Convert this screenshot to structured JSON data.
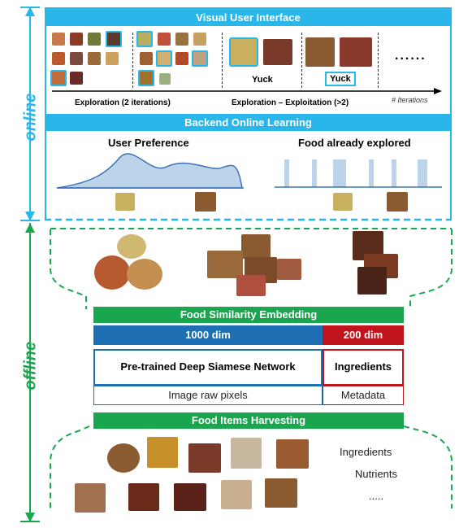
{
  "side_labels": {
    "online": "online",
    "offline": "offline"
  },
  "online": {
    "visual_ui_title": "Visual User Interface",
    "yuck_plain": "Yuck",
    "yuck_boxed": "Yuck",
    "dots": "......",
    "axis_labels": {
      "exploration": "Exploration (2 iterations)",
      "exploration_exploitation": "Exploration – Exploitation (>2)",
      "iterations": "# Iterations"
    },
    "backend_title": "Backend Online Learning",
    "user_preference": "User Preference",
    "food_explored": "Food already explored"
  },
  "offline": {
    "embedding_title": "Food Similarity Embedding",
    "dim_1000": "1000 dim",
    "dim_200": "200 dim",
    "siamese": "Pre-trained Deep Siamese Network",
    "ingredients_box": "Ingredients",
    "raw_pixels": "Image raw pixels",
    "metadata": "Metadata",
    "harvesting_title": "Food Items Harvesting",
    "list": [
      "Ingredients",
      "Nutrients",
      "....."
    ]
  },
  "colors": {
    "online_blue": "#29b6e8",
    "offline_green": "#1aa64f",
    "dim_blue": "#1f6fb5",
    "dim_red": "#c0141d",
    "curve_fill": "#bcd3ea",
    "curve_stroke": "#3b73b5"
  }
}
